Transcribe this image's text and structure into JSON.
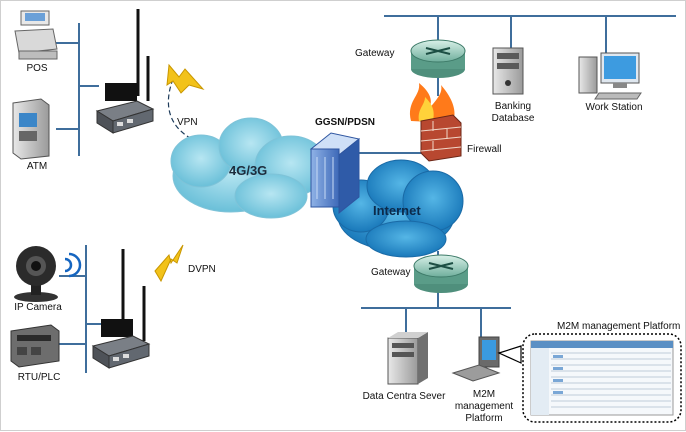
{
  "labels": {
    "pos": "POS",
    "atm": "ATM",
    "vpn": "VPN",
    "dvpn": "DVPN",
    "ip_camera": "IP Camera",
    "rtu_plc": "RTU/PLC",
    "cloud_4g3g": "4G/3G",
    "internet": "Internet",
    "ggsn_pdsn": "GGSN/PDSN",
    "gateway_top": "Gateway",
    "gateway_bottom": "Gateway",
    "firewall": "Firewall",
    "banking": "Banking",
    "database": "Database",
    "work_station": "Work Station",
    "data_centre_server": "Data Centra Sever",
    "m2m_line1": "M2M",
    "m2m_line2": "management",
    "m2m_line3": "Platform",
    "platform_callout": "M2M management Platform"
  }
}
